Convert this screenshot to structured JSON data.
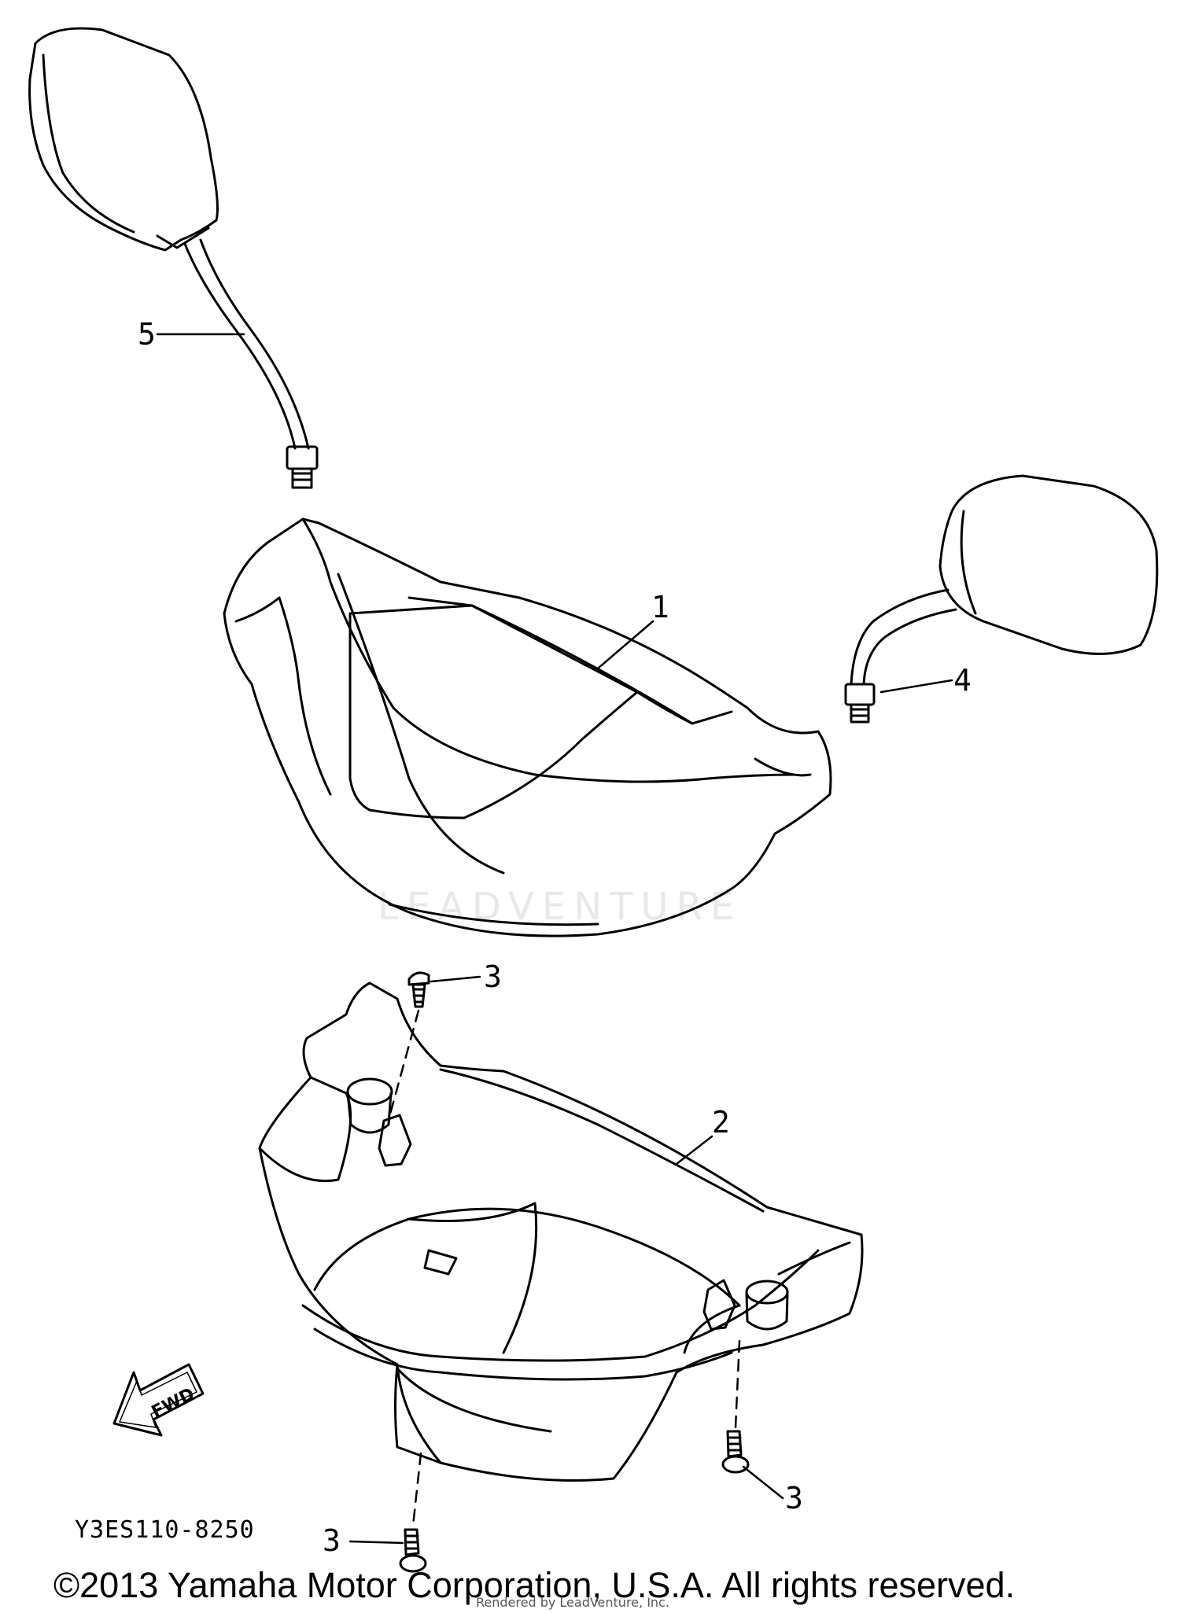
{
  "diagram": {
    "parts": [
      {
        "id": "handle-cover-front",
        "label": "1"
      },
      {
        "id": "handle-cover-rear",
        "label": "2"
      },
      {
        "id": "screw-upper",
        "label": "3"
      },
      {
        "id": "screw-right",
        "label": "3"
      },
      {
        "id": "screw-bottom",
        "label": "3"
      },
      {
        "id": "mirror-right",
        "label": "4"
      },
      {
        "id": "mirror-left",
        "label": "5"
      }
    ],
    "fwd_label": "FWD",
    "code": "Y3ES110-8250"
  },
  "footer": {
    "copyright": "©2013 Yamaha Motor Corporation, U.S.A. All rights reserved.",
    "rendered_by": "Rendered by LeadVenture, Inc.",
    "watermark": "LEADVENTURE"
  }
}
